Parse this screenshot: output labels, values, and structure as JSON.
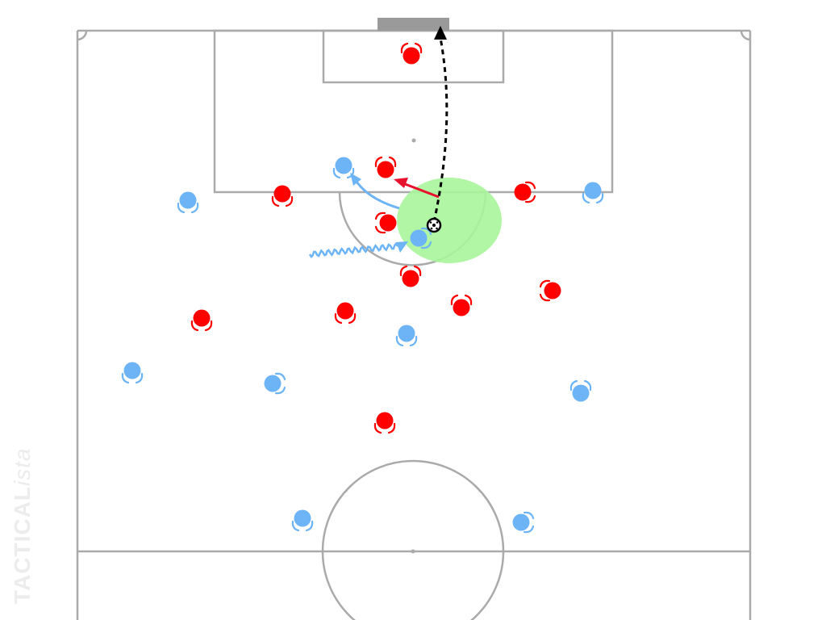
{
  "watermark": {
    "bold": "TACTICAL",
    "italic": "ista"
  },
  "colors": {
    "line": "#aaaaaa",
    "goal": "#9a9a9a",
    "team_red": "#ff0000",
    "team_blue": "#6cb4f5",
    "zone": "#a8f59a",
    "ball_path": "#000000",
    "red_arrow": "#e8112d",
    "blue_arrow": "#6cb4f5"
  },
  "players": {
    "red": [
      {
        "name": "red-goalkeeper",
        "dir": "up"
      },
      {
        "name": "red-player-1",
        "dir": "up"
      },
      {
        "name": "red-player-2",
        "dir": "down"
      },
      {
        "name": "red-player-3",
        "dir": "right"
      },
      {
        "name": "red-player-4",
        "dir": "left"
      },
      {
        "name": "red-player-5",
        "dir": "up"
      },
      {
        "name": "red-player-6",
        "dir": "left"
      },
      {
        "name": "red-player-7",
        "dir": "down"
      },
      {
        "name": "red-player-8",
        "dir": "down"
      },
      {
        "name": "red-player-9",
        "dir": "up"
      },
      {
        "name": "red-player-10",
        "dir": "down"
      },
      {
        "name": "red-player-11",
        "dir": "down"
      }
    ],
    "blue": [
      {
        "name": "blue-player-1",
        "dir": "down"
      },
      {
        "name": "blue-player-2",
        "dir": "down"
      },
      {
        "name": "blue-player-3",
        "dir": "down"
      },
      {
        "name": "blue-player-4",
        "dir": "right"
      },
      {
        "name": "blue-player-5",
        "dir": "down"
      },
      {
        "name": "blue-player-6",
        "dir": "down"
      },
      {
        "name": "blue-player-7",
        "dir": "right"
      },
      {
        "name": "blue-player-8",
        "dir": "up"
      },
      {
        "name": "blue-player-9",
        "dir": "down"
      },
      {
        "name": "blue-player-10",
        "dir": "right"
      }
    ]
  }
}
